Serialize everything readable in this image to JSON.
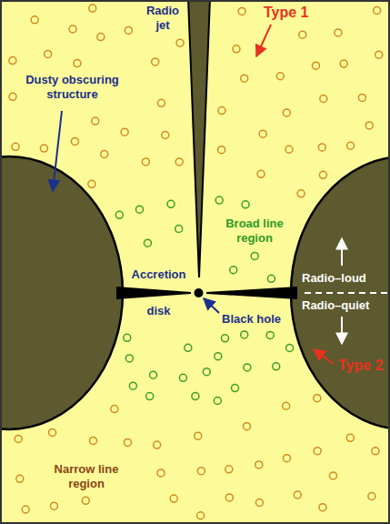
{
  "diagram": {
    "labels": [
      "Radio jet",
      "Type 1",
      "Dusty obscuring structure",
      "Broad line region",
      "Accretion disk",
      "Black hole",
      "Radio–loud",
      "Radio–quiet",
      "Type 2",
      "Narrow line region"
    ]
  }
}
